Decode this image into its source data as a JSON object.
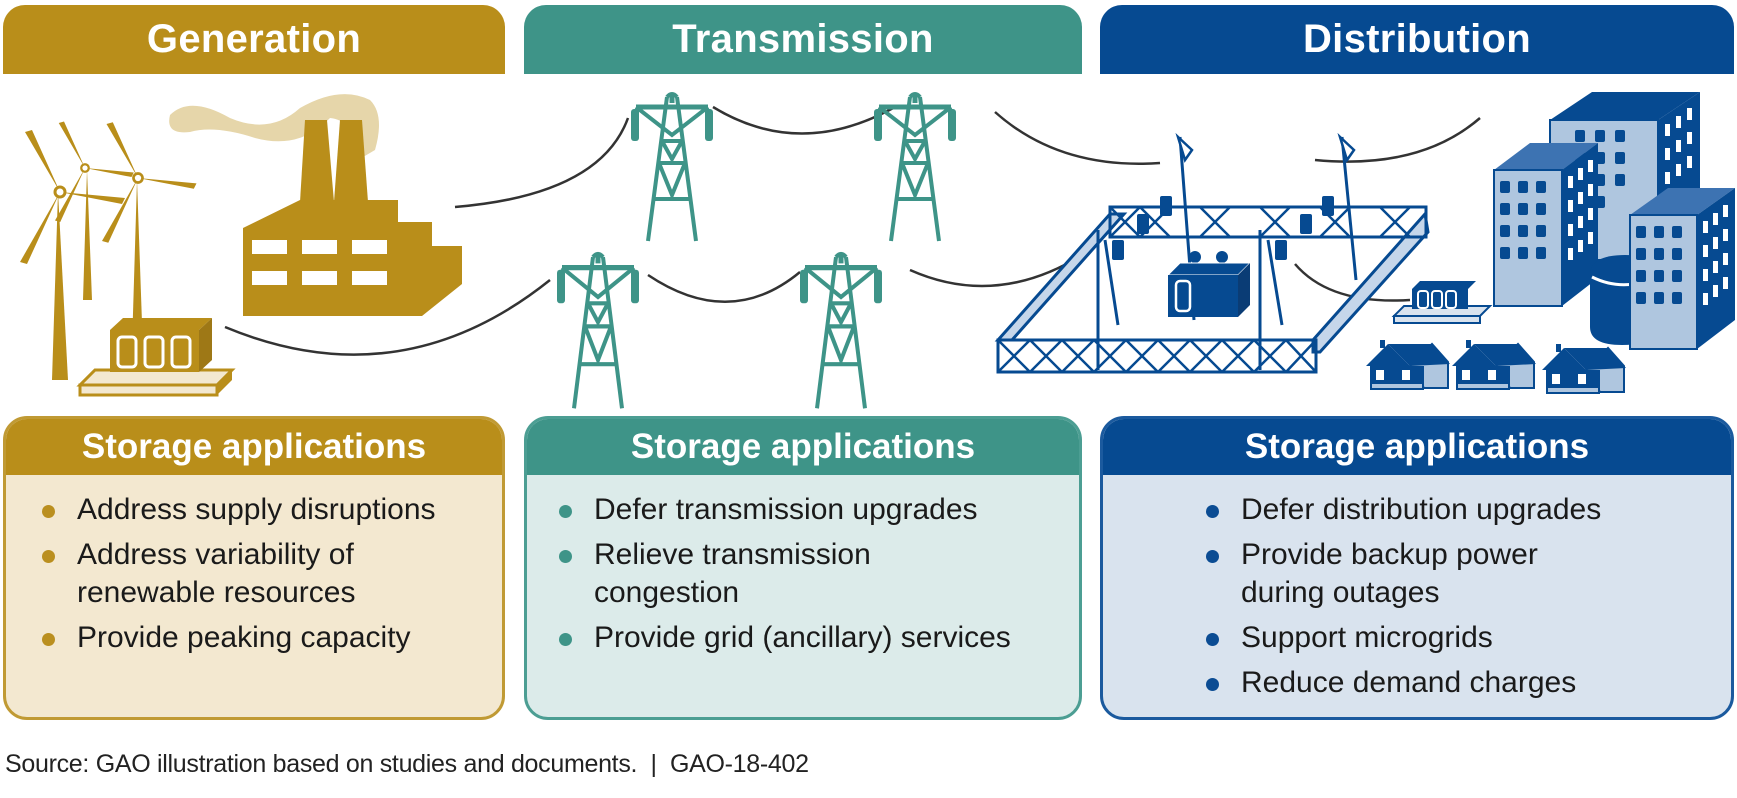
{
  "colors": {
    "generation": "#B98E1A",
    "transmission": "#3E9488",
    "distribution": "#064A91",
    "generation_light": "#F3E8D0",
    "transmission_light": "#DCEBEA",
    "distribution_light": "#D9E3EE",
    "power_line": "#333333"
  },
  "sections": [
    {
      "title": "Generation",
      "icons": [
        "wind-turbine-icon",
        "factory-icon",
        "smoke-icon",
        "battery-storage-icon"
      ],
      "storage_heading": "Storage applications",
      "applications": [
        "Address supply disruptions",
        "Address variability of renewable resources",
        "Provide peaking capacity"
      ]
    },
    {
      "title": "Transmission",
      "icons": [
        "transmission-tower-icon"
      ],
      "storage_heading": "Storage applications",
      "applications": [
        "Defer transmission upgrades",
        "Relieve transmission congestion",
        "Provide grid (ancillary) services"
      ]
    },
    {
      "title": "Distribution",
      "icons": [
        "substation-icon",
        "transformer-icon",
        "battery-storage-icon",
        "office-building-icon",
        "house-icon",
        "storage-tank-icon"
      ],
      "storage_heading": "Storage applications",
      "applications": [
        "Defer distribution upgrades",
        "Provide backup power during outages",
        "Support microgrids",
        "Reduce demand charges"
      ]
    }
  ],
  "footer": {
    "source": "Source: GAO illustration based on studies and documents.  |  GAO-18-402"
  }
}
